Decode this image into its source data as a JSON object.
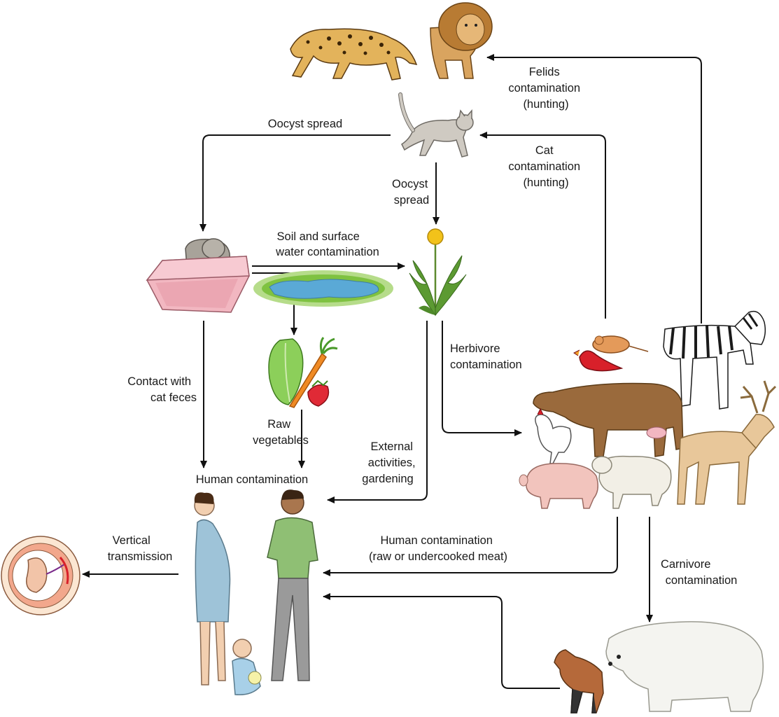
{
  "diagram": {
    "labels": {
      "felids_contamination": [
        "Felids",
        "contamination",
        "(hunting)"
      ],
      "oocyst_spread_left": "Oocyst spread",
      "cat_contamination": [
        "Cat",
        "contamination",
        "(hunting)"
      ],
      "oocyst_spread_down": [
        "Oocyst",
        "spread"
      ],
      "soil_water": [
        "Soil and surface",
        "water contamination"
      ],
      "herbivore_contamination": [
        "Herbivore",
        "contamination"
      ],
      "contact_cat_feces": [
        "Contact with",
        "cat feces"
      ],
      "raw_vegetables": [
        "Raw",
        "vegetables"
      ],
      "external_activities": [
        "External",
        "activities,",
        "gardening"
      ],
      "human_contamination": "Human contamination",
      "human_contamination_meat": [
        "Human contamination",
        "(raw or undercooked meat)"
      ],
      "vertical_transmission": [
        "Vertical",
        "transmission"
      ],
      "carnivore_contamination": [
        "Carnivore",
        "contamination"
      ]
    },
    "nodes": [
      {
        "id": "wild-felids",
        "icon": "jaguar-and-lion-illustration"
      },
      {
        "id": "domestic-cat",
        "icon": "cat-illustration"
      },
      {
        "id": "litter-box",
        "icon": "cat-in-litter-box-illustration"
      },
      {
        "id": "pond",
        "icon": "pond-illustration"
      },
      {
        "id": "dandelion",
        "icon": "dandelion-illustration"
      },
      {
        "id": "vegetables",
        "icon": "lettuce-carrot-strawberry-illustration"
      },
      {
        "id": "herbivores",
        "icon": "farm-and-wild-animals-illustration"
      },
      {
        "id": "humans",
        "icon": "family-illustration"
      },
      {
        "id": "fetus",
        "icon": "fetus-in-womb-illustration"
      },
      {
        "id": "carnivores",
        "icon": "fox-and-polar-bear-illustration"
      }
    ],
    "colors": {
      "arrow": "#111111",
      "cat_fur": "#cfcac2",
      "litter_box": "#f2b7c1",
      "water": "#5aa9d6",
      "grass": "#7fc241",
      "cow": "#9a6a3c",
      "zebra": "#1a1a1a",
      "deer": "#e8c79a",
      "polar_bear": "#f4f4f0",
      "fox": "#b5693a",
      "dress": "#9ec3d8",
      "shirt": "#8fbf74",
      "womb": "#f2a78c"
    }
  }
}
